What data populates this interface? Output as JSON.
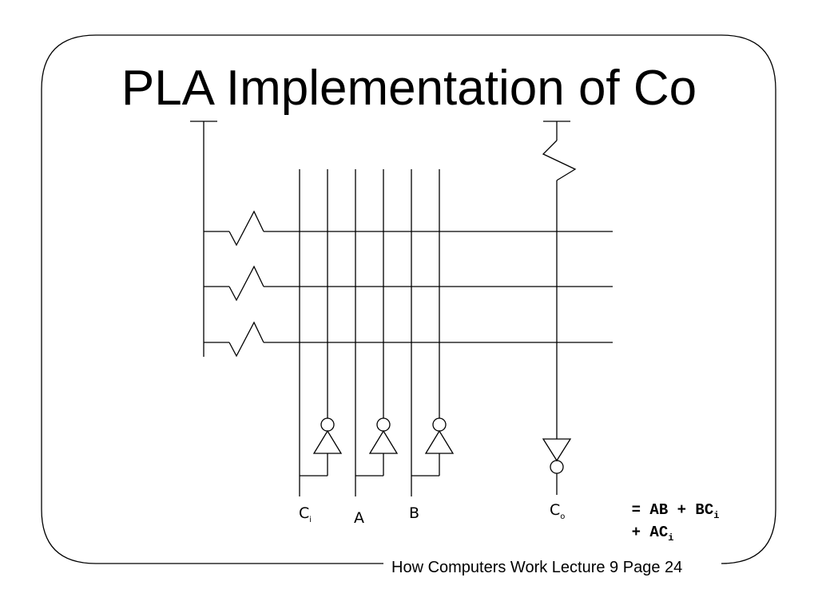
{
  "slide": {
    "title": "PLA Implementation of Co",
    "footer": "How Computers Work Lecture 9 Page 24"
  },
  "inputs": [
    {
      "base": "C",
      "sub": "i"
    },
    {
      "base": "A",
      "sub": ""
    },
    {
      "base": "B",
      "sub": ""
    }
  ],
  "output": {
    "base": "C",
    "sub": "o"
  },
  "equation": {
    "line1_prefix": "= AB + BC",
    "line1_sub": "i",
    "line2_prefix": "+ AC",
    "line2_sub": "i"
  },
  "colors": {
    "ink": "#000000",
    "background": "#ffffff"
  }
}
